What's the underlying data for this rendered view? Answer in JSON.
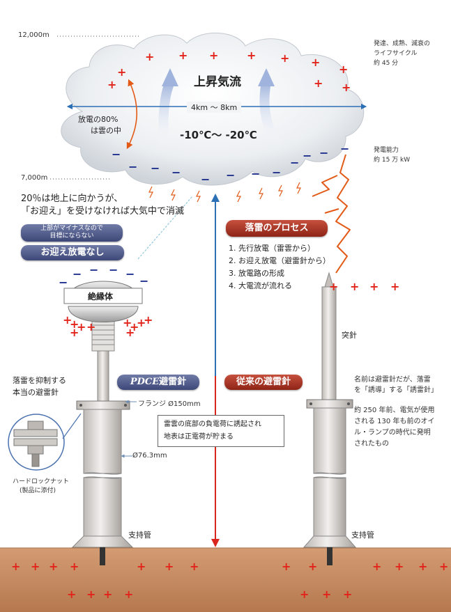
{
  "altitude": {
    "top": "12,000m",
    "bottom": "7,000m"
  },
  "cloud": {
    "updraft": "上昇気流",
    "width": "4km ～ 8km",
    "temperature": "-10℃～ -20℃",
    "discharge_line1": "放電の80%",
    "discharge_line2": "は雲の中"
  },
  "lifecycle": {
    "line1": "発達、成熟、減衰の",
    "line2": "ライフサイクル",
    "line3": "約 45 分"
  },
  "power": {
    "line1": "発電能力",
    "line2": "約 15 万 kW"
  },
  "ground_note": {
    "line1": "20％は地上に向かうが、",
    "line2": "「お迎え」を受けなければ大気中で消滅"
  },
  "pdce_top": {
    "pill1_line1": "上部がマイナスなので",
    "pill1_line2": "目標にならない",
    "pill2": "お迎え放電なし"
  },
  "insulator": "絶縁体",
  "process": {
    "title": "落雷のプロセス",
    "steps": [
      "1. 先行放電（雷雲から）",
      "2. お迎え放電（避雷針から）",
      "3. 放電路の形成",
      "4. 大電流が流れる"
    ]
  },
  "spike_label": "突針",
  "pdce": {
    "desc_line1": "落雷を抑制する",
    "desc_line2": "本当の避雷針",
    "brand": "PDCE",
    "suffix": "避雷針"
  },
  "flange": "フランジ Ø150mm",
  "pipe_diameter": "Ø76.3mm",
  "locknut": {
    "line1": "ハードロックナット",
    "line2": "(製品に添付)"
  },
  "center_note": {
    "line1": "雷雲の底部の負電荷に誘起され",
    "line2": "地表は正電荷が貯まる"
  },
  "conventional": {
    "title": "従来の避雷針",
    "desc_line1": "名前は避雷針だが、落雷",
    "desc_line2": "を「誘導」する「誘雷針」",
    "desc_line3": "約 250 年前、電気が使用",
    "desc_line4": "される 130 年も前のオイ",
    "desc_line5": "ル・ランプの時代に発明",
    "desc_line6": "されたもの"
  },
  "support_pipe": {
    "left": "支持管",
    "right": "支持管"
  },
  "charges": {
    "plus": "+",
    "minus": "−"
  },
  "colors": {
    "plus": "#e2231a",
    "minus": "#1c2d8c",
    "ground": "#c08a62",
    "arrow_blue": "#2b6fb5",
    "arrow_red": "#d8261c",
    "bolt": "#e25a16"
  }
}
